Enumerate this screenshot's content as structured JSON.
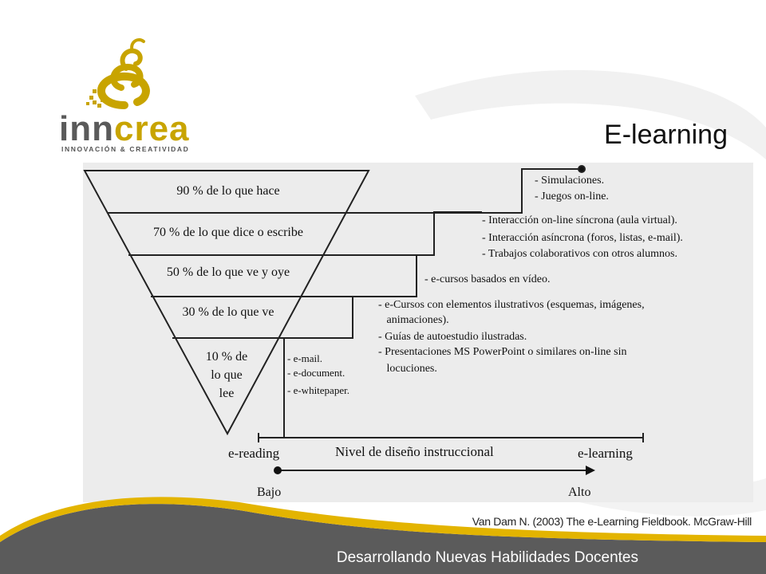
{
  "brand": {
    "name_part1": "inn",
    "name_part2": "crea",
    "tagline": "INNOVACIÓN & CREATIVIDAD",
    "accent_color": "#c8a400",
    "gray_color": "#5a5a5a"
  },
  "title": "E-learning",
  "diagram": {
    "levels": [
      {
        "label_lines": [
          "90 % de lo que hace"
        ]
      },
      {
        "label_lines": [
          "70 % de lo que dice o escribe"
        ]
      },
      {
        "label_lines": [
          "50 % de lo que ve y oye"
        ]
      },
      {
        "label_lines": [
          "30 % de lo que ve"
        ]
      },
      {
        "label_lines": [
          "10 % de",
          "lo que",
          "lee"
        ]
      }
    ],
    "groups": [
      {
        "items": [
          "- Simulaciones.",
          "- Juegos on-line."
        ]
      },
      {
        "items": [
          "- Interacción on-line síncrona (aula virtual).",
          "- Interacción asíncrona (foros, listas, e-mail).",
          "- Trabajos colaborativos con otros alumnos."
        ]
      },
      {
        "items": [
          "- e-cursos basados en vídeo."
        ]
      },
      {
        "items": [
          "- e-Cursos con elementos ilustrativos (esquemas, imágenes,",
          "   animaciones).",
          "- Guías de autoestudio ilustradas.",
          "- Presentaciones MS PowerPoint o similares on-line sin",
          "   locuciones."
        ]
      },
      {
        "items": [
          "- e-mail.",
          "- e-document.",
          "- e-whitepaper."
        ]
      }
    ],
    "axis": {
      "left_label": "e-reading",
      "center_label": "Nivel de diseño instruccional",
      "right_label": "e-learning",
      "low_label": "Bajo",
      "high_label": "Alto"
    }
  },
  "citation": "Van Dam N. (2003) The e-Learning Fieldbook. McGraw-Hill",
  "footer": "Desarrollando Nuevas Habilidades Docentes",
  "colors": {
    "footer_bar": "#5b5b5b",
    "footer_stripe": "#e3b400",
    "diagram_bg": "#ececec"
  }
}
